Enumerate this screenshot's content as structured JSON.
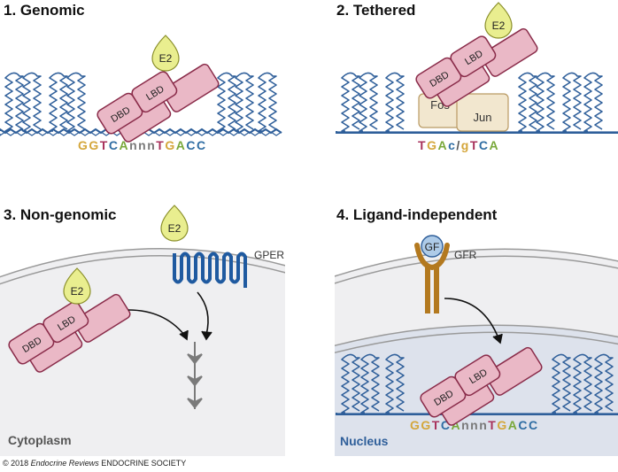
{
  "panels": [
    {
      "title": "1. Genomic"
    },
    {
      "title": "2. Tethered"
    },
    {
      "title": "3. Non-genomic"
    },
    {
      "title": "4. Ligand-independent"
    }
  ],
  "labels": {
    "e2": "E2",
    "lbd": "LBD",
    "dbd": "DBD",
    "fos": "Fos",
    "jun": "Jun",
    "gper": "GPER",
    "gf": "GF",
    "gfr": "GFR",
    "cytoplasm": "Cytoplasm",
    "nucleus": "Nucleus"
  },
  "sequences": {
    "ere": [
      {
        "t": "G",
        "c": "#d4a63a"
      },
      {
        "t": "G",
        "c": "#d4a63a"
      },
      {
        "t": "T",
        "c": "#a8325c"
      },
      {
        "t": "C",
        "c": "#2f6da3"
      },
      {
        "t": "A",
        "c": "#79a83a"
      },
      {
        "t": "n",
        "c": "#7a7a7a"
      },
      {
        "t": "n",
        "c": "#7a7a7a"
      },
      {
        "t": "n",
        "c": "#7a7a7a"
      },
      {
        "t": "T",
        "c": "#a8325c"
      },
      {
        "t": "G",
        "c": "#d4a63a"
      },
      {
        "t": "A",
        "c": "#79a83a"
      },
      {
        "t": "C",
        "c": "#2f6da3"
      },
      {
        "t": "C",
        "c": "#2f6da3"
      }
    ],
    "ap1": [
      {
        "t": "T",
        "c": "#a8325c"
      },
      {
        "t": "G",
        "c": "#d4a63a"
      },
      {
        "t": "A",
        "c": "#79a83a"
      },
      {
        "t": "c",
        "c": "#2f6da3"
      },
      {
        "t": "/",
        "c": "#555555"
      },
      {
        "t": "g",
        "c": "#d4a63a"
      },
      {
        "t": "T",
        "c": "#a8325c"
      },
      {
        "t": "C",
        "c": "#2f6da3"
      },
      {
        "t": "A",
        "c": "#79a83a"
      }
    ]
  },
  "footer": {
    "copyright": "© 2018",
    "journal": "Endocrine Reviews",
    "publisher": "ENDOCRINE SOCIETY"
  },
  "colors": {
    "dna": "#2f5f9a",
    "receptor": "#eab8c6",
    "receptor_stroke": "#8a2c4a",
    "e2": "#e9ee8f",
    "e2_stroke": "#8a8f2a",
    "gper": "#1f5aa0",
    "gfr": "#b3791f",
    "gf": "#aecbe8",
    "fos_jun": "#f2e7cf",
    "membrane": "#9a9a9a",
    "cytoplasm": "#efeff1",
    "nucleus": "#dde2ec"
  }
}
